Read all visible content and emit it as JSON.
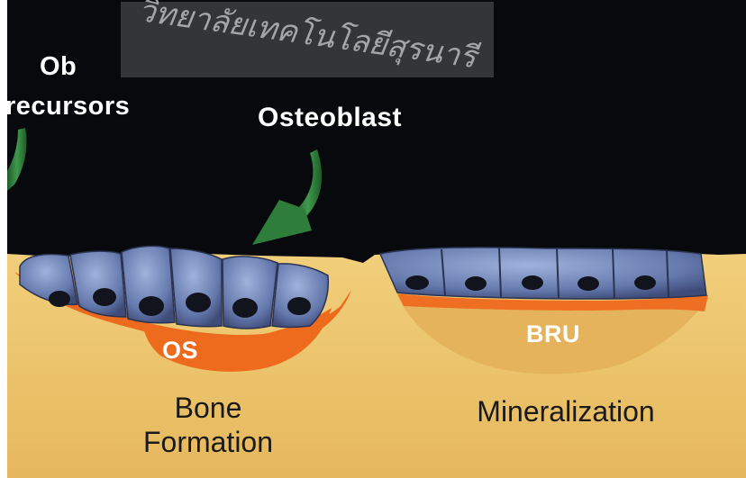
{
  "labels": {
    "ob_line1": "Ob",
    "ob_line2": "recursors",
    "osteoblast": "Osteoblast",
    "os": "OS",
    "bru": "BRU",
    "bone_formation_line1": "Bone",
    "bone_formation_line2": "Formation",
    "mineralization": "Mineralization"
  },
  "watermark": "วิทยาลัยเทคโนโลยีสุรนารี",
  "colors": {
    "background": "#07090c",
    "bone_tissue": "#e7c06a",
    "osteoid": "#ec6a1d",
    "cell": "#6f85b8",
    "nucleus": "#11141c",
    "arrow": "#2e7a3a"
  }
}
